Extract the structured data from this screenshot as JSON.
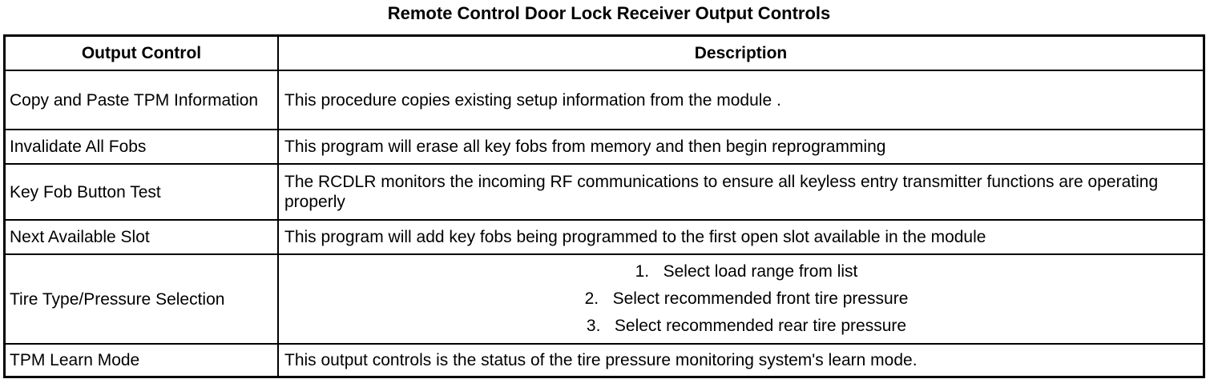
{
  "title": "Remote Control Door Lock Receiver Output Controls",
  "colors": {
    "border": "#000000",
    "text": "#000000",
    "background": "#ffffff"
  },
  "table": {
    "headers": {
      "control": "Output Control",
      "description": "Description"
    },
    "rows": [
      {
        "control": "Copy and Paste TPM Information",
        "description": "This procedure copies existing setup information from the module ."
      },
      {
        "control": "Invalidate All Fobs",
        "description": "This program will erase all key fobs from memory and then begin reprogramming"
      },
      {
        "control": "Key Fob Button Test",
        "description": "The RCDLR monitors the incoming RF communications to ensure all keyless entry transmitter functions are operating properly"
      },
      {
        "control": "Next Available Slot",
        "description": "This program will add key fobs being programmed to the first open slot available in the module"
      },
      {
        "control": "Tire Type/Pressure Selection",
        "steps": [
          {
            "num": "1.",
            "text": "Select load range from list"
          },
          {
            "num": "2.",
            "text": "Select recommended front tire pressure"
          },
          {
            "num": "3.",
            "text": "Select recommended rear tire pressure"
          }
        ]
      },
      {
        "control": "TPM Learn Mode",
        "description": "This output controls is the status of the tire pressure monitoring system's learn mode."
      }
    ]
  }
}
